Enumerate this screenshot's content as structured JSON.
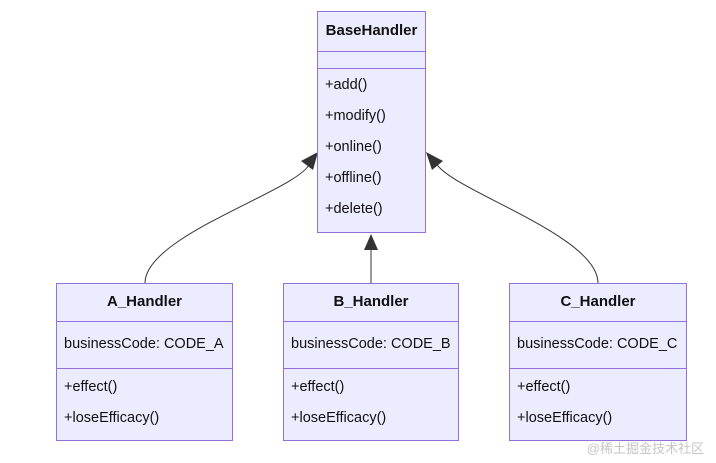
{
  "diagram": {
    "base": {
      "name": "BaseHandler",
      "methods": [
        "+add()",
        "+modify()",
        "+online()",
        "+offline()",
        "+delete()"
      ]
    },
    "children": [
      {
        "name": "A_Handler",
        "attribute": "businessCode: CODE_A",
        "methods": [
          "+effect()",
          "+loseEfficacy()"
        ]
      },
      {
        "name": "B_Handler",
        "attribute": "businessCode: CODE_B",
        "methods": [
          "+effect()",
          "+loseEfficacy()"
        ]
      },
      {
        "name": "C_Handler",
        "attribute": "businessCode: CODE_C",
        "methods": [
          "+effect()",
          "+loseEfficacy()"
        ]
      }
    ],
    "colors": {
      "fill": "#ececff",
      "border": "#9370db",
      "edge": "#333333"
    }
  },
  "watermark": "@稀土掘金技术社区"
}
